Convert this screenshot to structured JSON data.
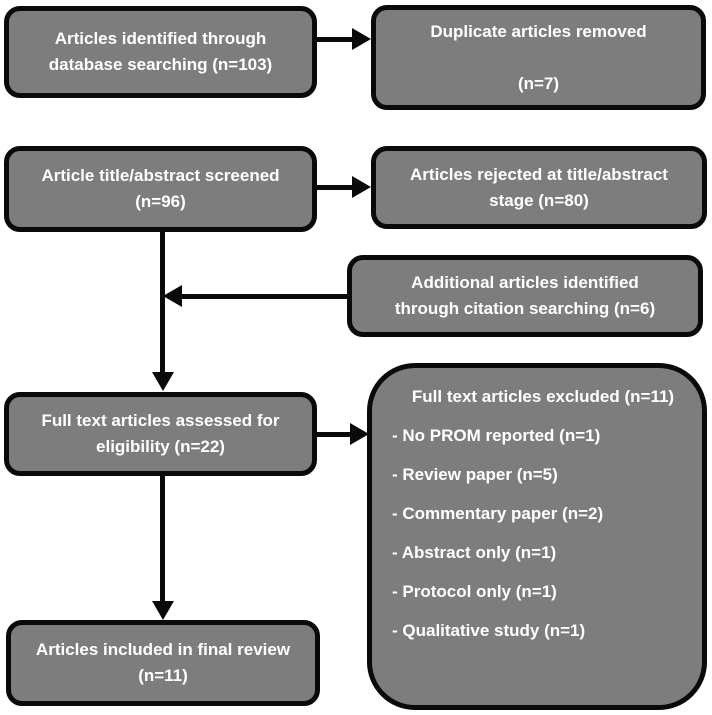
{
  "diagram": {
    "title": "Article selection flow diagram",
    "colors": {
      "box_fill": "#7d7d7d",
      "box_border": "#0a0a0a",
      "text": "#ffffff",
      "background": "#ffffff",
      "arrow": "#0a0a0a"
    },
    "boxes": {
      "identified": {
        "text": "Articles identified through\ndatabase searching (n=103)"
      },
      "duplicates": {
        "text": "Duplicate articles removed\n\n(n=7)"
      },
      "screened": {
        "text": "Article title/abstract screened\n(n=96)"
      },
      "rejected": {
        "text": "Articles rejected at title/abstract\nstage (n=80)"
      },
      "citation": {
        "text": "Additional articles identified\nthrough citation searching (n=6)"
      },
      "fulltext": {
        "text": "Full text articles assessed for\neligibility (n=22)"
      },
      "excluded": {
        "heading": "Full text articles excluded (n=11)",
        "items": [
          "- No PROM reported (n=1)",
          "- Review paper (n=5)",
          "- Commentary paper (n=2)",
          "- Abstract only (n=1)",
          "- Protocol only (n=1)",
          "- Qualitative study (n=1)"
        ]
      },
      "included": {
        "text": "Articles included in final review\n(n=11)"
      }
    }
  }
}
